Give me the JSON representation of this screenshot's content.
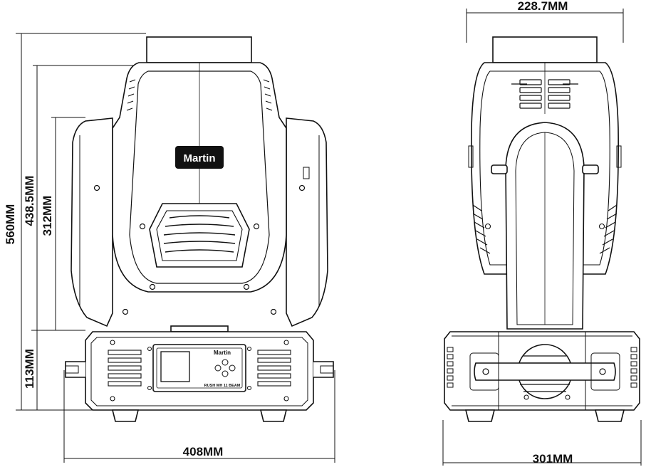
{
  "dimensions": {
    "total_height": "560MM",
    "head_height": "438.5MM",
    "yoke_height": "312MM",
    "base_height": "113MM",
    "front_width": "408MM",
    "head_width": "228.7MM",
    "side_depth": "301MM"
  },
  "labels": {
    "logo_head": "Martin",
    "logo_base": "Martin",
    "model": "RUSH MH 11 BEAM"
  }
}
